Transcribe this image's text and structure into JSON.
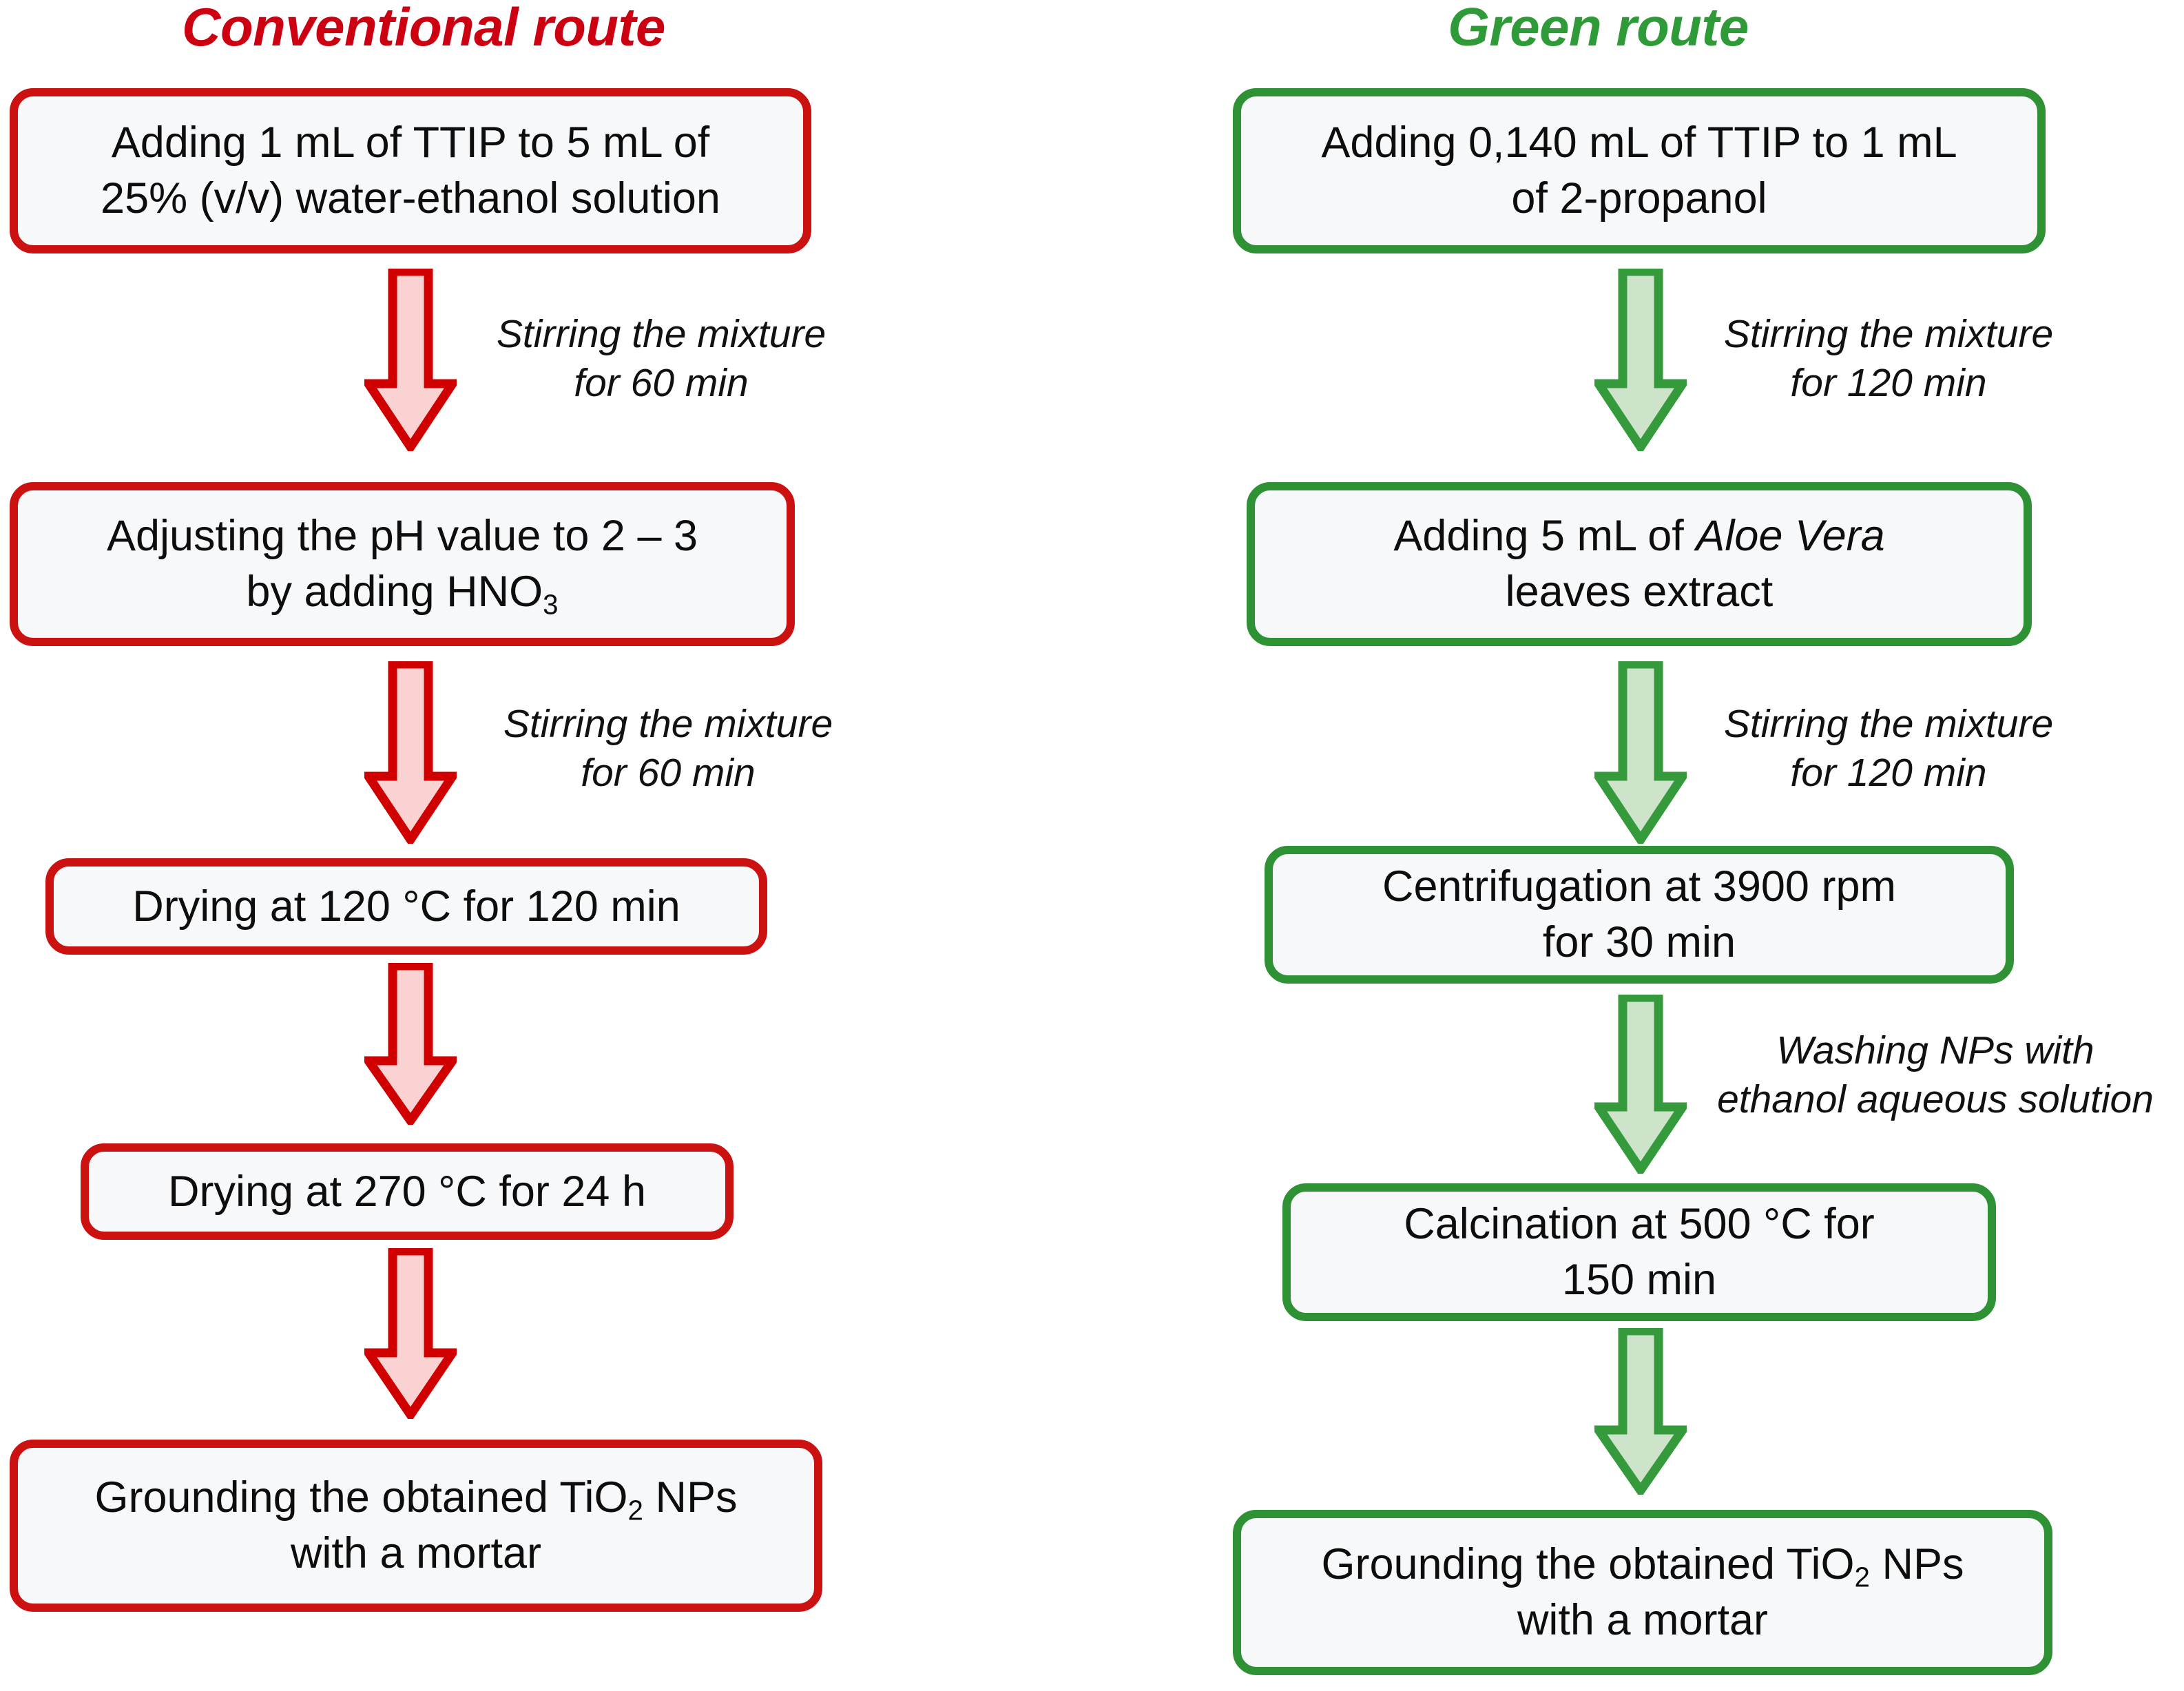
{
  "diagram": {
    "type": "flowchart",
    "orientation": "two parallel vertical columns",
    "background_color": "#FFFFFF",
    "box_fill_color": "#F6F8FA",
    "columns": [
      {
        "id": "conventional",
        "title": "Conventional route",
        "accent_color": "#CC0011",
        "border_color": "#CC1111",
        "arrow_stroke_color": "#D10000",
        "arrow_fill_color": "#FAD2D2",
        "steps": [
          {
            "id": "c1",
            "line1": "Adding 1 mL of TTIP to 5 mL of",
            "line2": "25% (v/v) water-ethanol solution"
          },
          {
            "id": "c2",
            "line1": "Adjusting the pH value to 2 – 3",
            "line2": "by adding HNO",
            "line2_sub": "3"
          },
          {
            "id": "c3",
            "line1": "Drying at 120 °C for 120 min"
          },
          {
            "id": "c4",
            "line1": "Drying at 270 °C for 24 h"
          },
          {
            "id": "c5",
            "line1_a": "Grounding the obtained TiO",
            "line1_sub": "2",
            "line1_b": " NPs",
            "line2": "with a mortar"
          }
        ],
        "arrows": [
          {
            "id": "ca1",
            "label": "Stirring the mixture\nfor 60 min"
          },
          {
            "id": "ca2",
            "label": "Stirring the mixture\nfor 60 min"
          },
          {
            "id": "ca3",
            "label": ""
          },
          {
            "id": "ca4",
            "label": ""
          }
        ]
      },
      {
        "id": "green",
        "title": "Green route",
        "accent_color": "#2E9B38",
        "border_color": "#2E9134",
        "arrow_stroke_color": "#349A3B",
        "arrow_fill_color": "#CDE4CB",
        "steps": [
          {
            "id": "g1",
            "line1": "Adding 0,140 mL of TTIP to 1 mL",
            "line2": "of 2-propanol"
          },
          {
            "id": "g2",
            "line1_a": "Adding 5 mL of ",
            "line1_italic": "Aloe Vera",
            "line2": "leaves extract"
          },
          {
            "id": "g3",
            "line1": "Centrifugation at 3900 rpm",
            "line2": "for 30 min"
          },
          {
            "id": "g4",
            "line1": "Calcination at 500 °C for",
            "line2": "150 min"
          },
          {
            "id": "g5",
            "line1_a": "Grounding the obtained TiO",
            "line1_sub": "2",
            "line1_b": " NPs",
            "line2": "with a mortar"
          }
        ],
        "arrows": [
          {
            "id": "ga1",
            "label": "Stirring the mixture\nfor 120 min"
          },
          {
            "id": "ga2",
            "label": "Stirring the mixture\nfor 120 min"
          },
          {
            "id": "ga3",
            "label": "Washing NPs with\nethanol aqueous solution"
          },
          {
            "id": "ga4",
            "label": ""
          }
        ]
      }
    ]
  }
}
